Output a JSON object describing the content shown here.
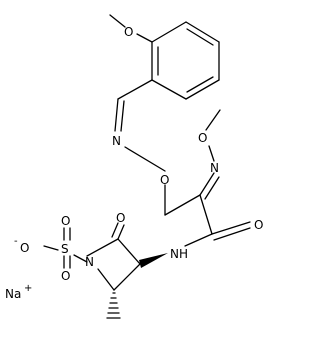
{
  "atoms": [
    {
      "id": "o_methoxy_top",
      "text": "O"
    },
    {
      "id": "n_imine_benzyl",
      "text": "N"
    },
    {
      "id": "o_oxime_benzyl",
      "text": "O"
    },
    {
      "id": "o_methoxy_oxime",
      "text": "O"
    },
    {
      "id": "n_oxime",
      "text": "N"
    },
    {
      "id": "o_amide",
      "text": "O"
    },
    {
      "id": "nh_amide",
      "text": "NH"
    },
    {
      "id": "o_lactam",
      "text": "O"
    },
    {
      "id": "o_sulfo_anion",
      "text": "O"
    },
    {
      "id": "s_sulfo",
      "text": "S"
    },
    {
      "id": "o_sulfo_top",
      "text": "O"
    },
    {
      "id": "o_sulfo_bottom",
      "text": "O"
    },
    {
      "id": "n_lactam",
      "text": "N"
    }
  ],
  "counterion": {
    "text": "Na",
    "charge": "+"
  },
  "anion_charge": "-"
}
